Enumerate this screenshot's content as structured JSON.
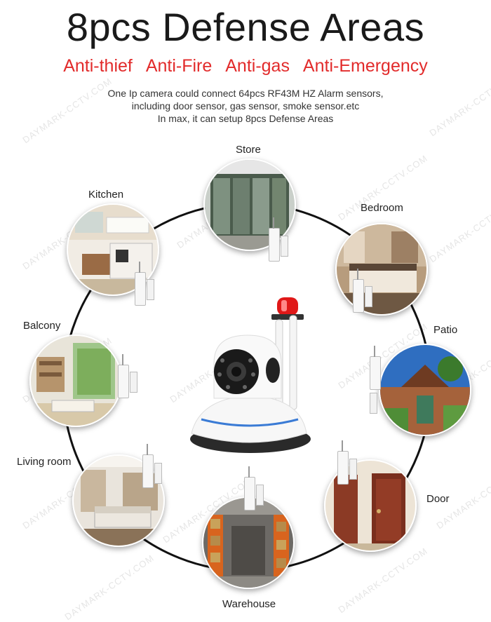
{
  "header": {
    "title": "8pcs Defense Areas",
    "tags": [
      "Anti-thief",
      "Anti-Fire",
      "Anti-gas",
      "Anti-Emergency"
    ],
    "description": [
      "One Ip camera could connect 64pcs RF43M HZ Alarm sensors,",
      "including door sensor, gas sensor, smoke sensor.etc",
      "In max, it can setup 8pcs Defense Areas"
    ]
  },
  "areas": {
    "store": "Store",
    "kitchen": "Kitchen",
    "bedroom": "Bedroom",
    "balcony": "Balcony",
    "patio": "Patio",
    "living_room": "Living room",
    "door": "Door",
    "warehouse": "Warehouse"
  },
  "watermark": "DAYMARK-CCTV.COM",
  "colors": {
    "accent_red": "#e22b2b",
    "ring": "#111111",
    "siren": "#e01818"
  }
}
